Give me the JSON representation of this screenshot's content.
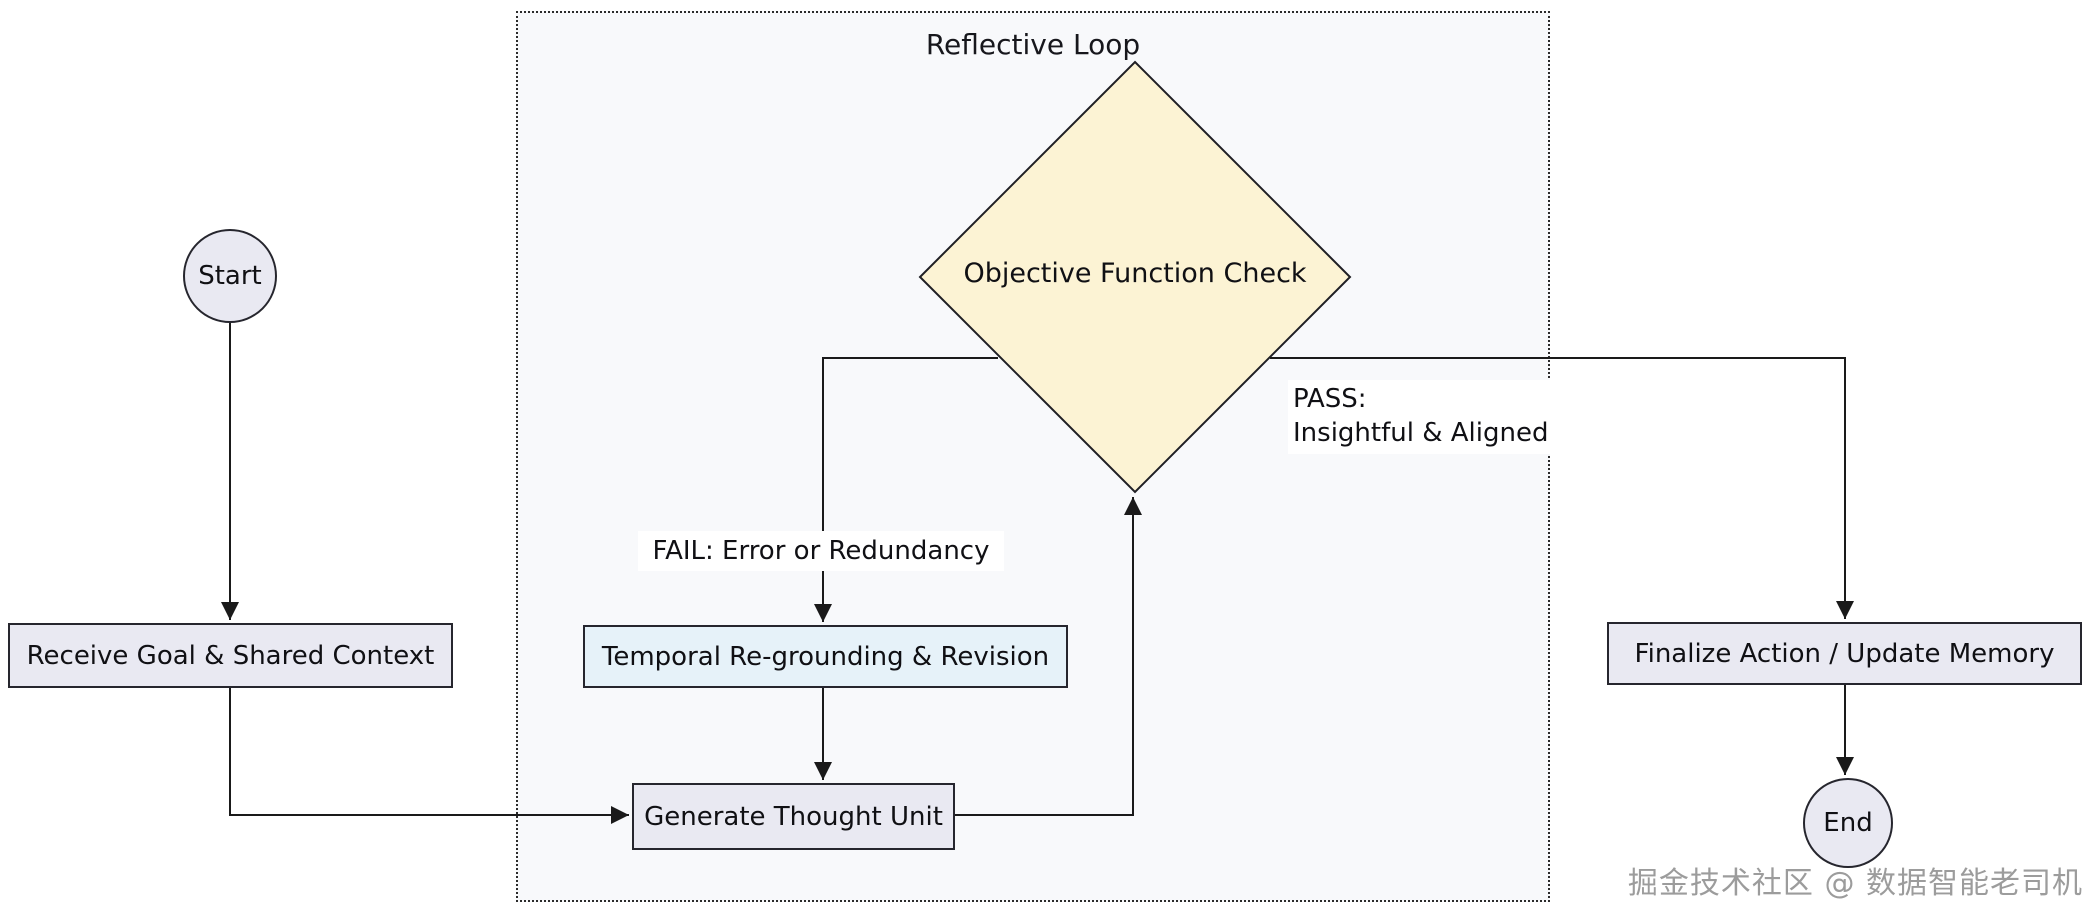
{
  "diagram": {
    "subgraph_label": "Reflective Loop",
    "nodes": {
      "start": "Start",
      "receive": "Receive Goal & Shared Context",
      "decision": "Objective Function Check",
      "temporal": "Temporal Re-grounding & Revision",
      "generate": "Generate Thought Unit",
      "finalize": "Finalize Action / Update Memory",
      "end": "End"
    },
    "edge_labels": {
      "fail": "FAIL: Error or Redundancy",
      "pass_line1": "PASS:",
      "pass_line2": "Insightful & Aligned"
    },
    "colors": {
      "node_fill": "#e9e9f2",
      "decision_fill": "#fcf3d4",
      "temporal_fill": "#e6f2f9",
      "subgraph_fill": "#f8f9fb",
      "edge": "#1a1a1a"
    },
    "watermark": "掘金技术社区 @ 数据智能老司机"
  }
}
